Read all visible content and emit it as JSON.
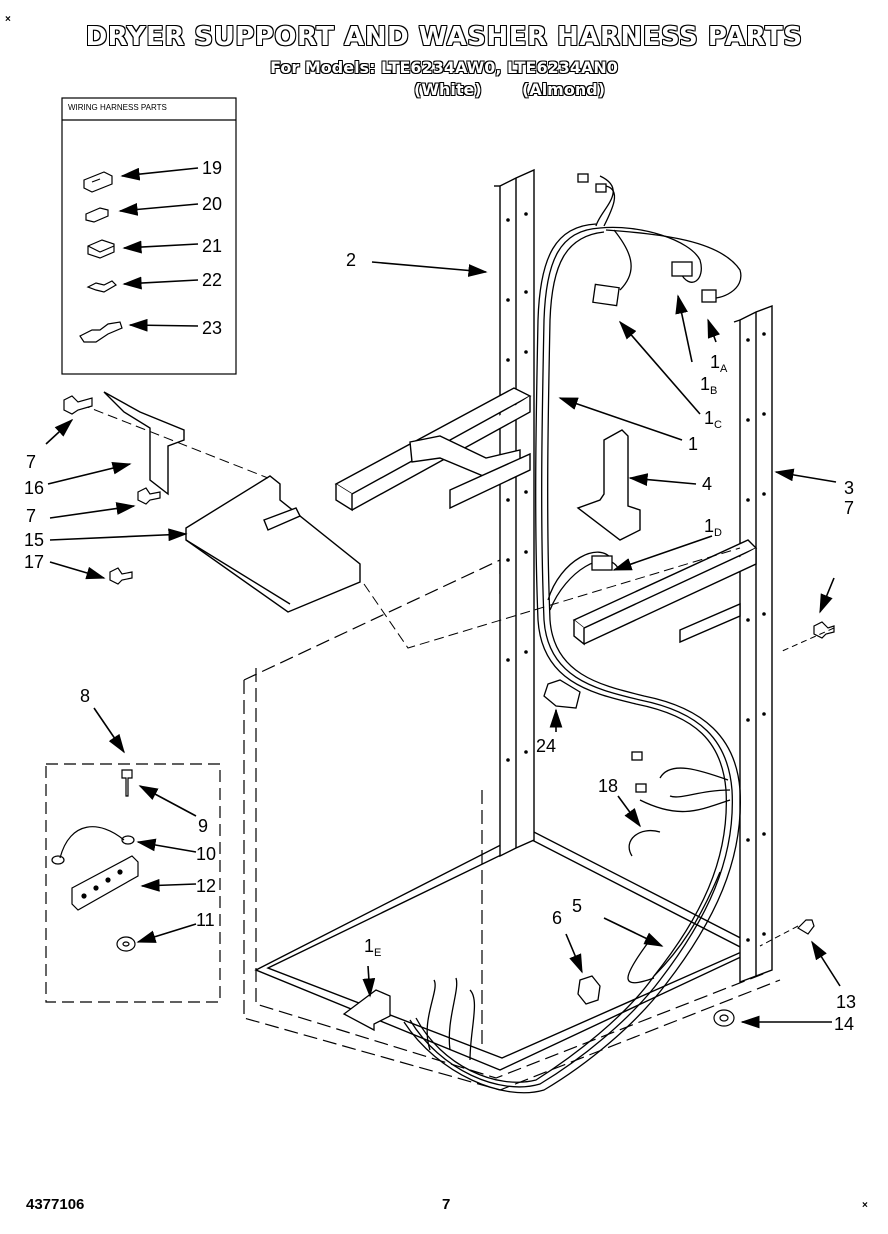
{
  "page": {
    "corner_mark_tl": "×",
    "corner_mark_br": "×",
    "title": "DRYER SUPPORT AND WASHER HARNESS PARTS",
    "models_line": "For Models: LTE6234AW0, LTE6234AN0",
    "variant_white": "(White)",
    "variant_almond": "(Almond)",
    "doc_number": "4377106",
    "page_number": "7"
  },
  "inset": {
    "title": "WIRING HARNESS PARTS"
  },
  "callouts": {
    "c19": "19",
    "c20": "20",
    "c21": "21",
    "c22": "22",
    "c23": "23",
    "c2": "2",
    "c1": "1",
    "c1a_main": "1",
    "c1a_sub": "A",
    "c1b_main": "1",
    "c1b_sub": "B",
    "c1c_main": "1",
    "c1c_sub": "C",
    "c1d_main": "1",
    "c1d_sub": "D",
    "c1e_main": "1",
    "c1e_sub": "E",
    "c3": "3",
    "c4": "4",
    "c5": "5",
    "c6": "6",
    "c7a": "7",
    "c7b": "7",
    "c7c": "7",
    "c8": "8",
    "c9": "9",
    "c10": "10",
    "c11": "11",
    "c12": "12",
    "c13": "13",
    "c14": "14",
    "c15": "15",
    "c16": "16",
    "c17": "17",
    "c18": "18",
    "c24": "24"
  }
}
